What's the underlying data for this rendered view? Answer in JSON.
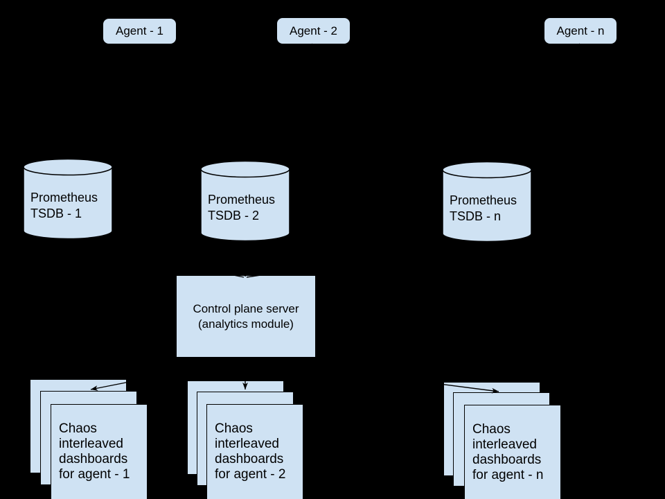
{
  "colors": {
    "background": "#000000",
    "shape_fill": "#cfe2f3",
    "shape_stroke": "#000000",
    "text": "#000000"
  },
  "agents": [
    {
      "label": "Agent - 1"
    },
    {
      "label": "Agent - 2"
    },
    {
      "label": "Agent - n"
    }
  ],
  "tsdbs": [
    {
      "line1": "Prometheus",
      "line2": "TSDB - 1"
    },
    {
      "line1": "Prometheus",
      "line2": "TSDB - 2"
    },
    {
      "line1": "Prometheus",
      "line2": "TSDB - n"
    }
  ],
  "control_plane": {
    "line1": "Control plane server",
    "line2": "(analytics module)"
  },
  "dashboard_stacks": [
    {
      "lines": [
        "Chaos",
        "interleaved",
        "dashboards",
        "for agent - 1"
      ]
    },
    {
      "lines": [
        "Chaos",
        "interleaved",
        "dashboards",
        "for agent - 2"
      ]
    },
    {
      "lines": [
        "Chaos",
        "interleaved",
        "dashboards",
        "for agent - n"
      ]
    }
  ]
}
